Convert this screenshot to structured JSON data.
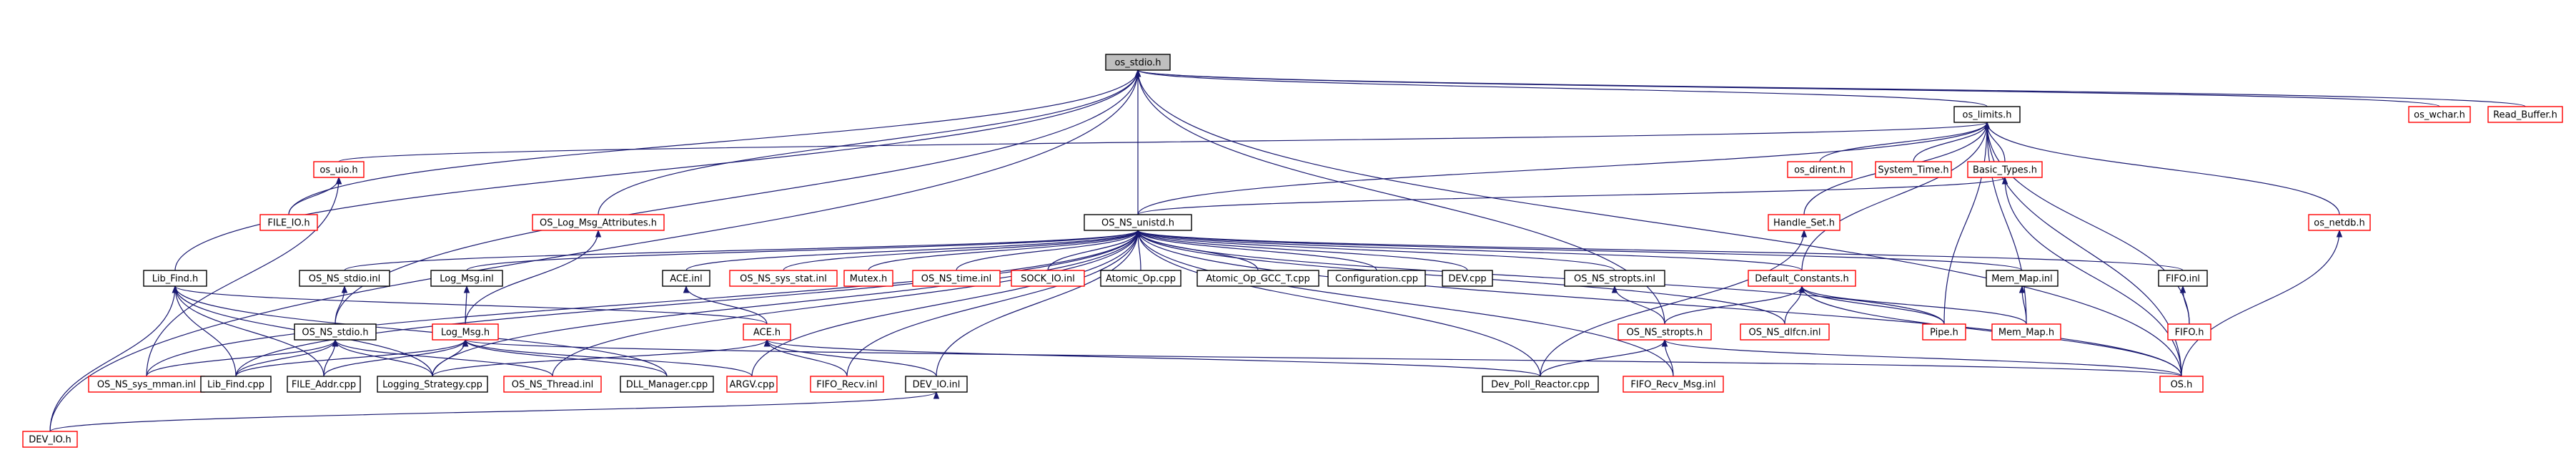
{
  "diagram": {
    "title": "",
    "colors": {
      "edge": "#191970",
      "root_fill": "#bfbfbf",
      "black_border": "#000000",
      "red_border": "#ff0000",
      "background": "#ffffff"
    },
    "nodes": [
      {
        "id": "os_stdio_h",
        "label": "os_stdio.h",
        "style": "root"
      },
      {
        "id": "os_wchar_h",
        "label": "os_wchar.h",
        "style": "red"
      },
      {
        "id": "read_buffer_h",
        "label": "Read_Buffer.h",
        "style": "red"
      },
      {
        "id": "os_limits_h",
        "label": "os_limits.h",
        "style": "black"
      },
      {
        "id": "os_uio_h",
        "label": "os_uio.h",
        "style": "red"
      },
      {
        "id": "os_dirent_h",
        "label": "os_dirent.h",
        "style": "red"
      },
      {
        "id": "system_time_h",
        "label": "System_Time.h",
        "style": "red"
      },
      {
        "id": "basic_types_h",
        "label": "Basic_Types.h",
        "style": "red"
      },
      {
        "id": "file_io_h",
        "label": "FILE_IO.h",
        "style": "red"
      },
      {
        "id": "os_log_msg_attributes_h",
        "label": "OS_Log_Msg_Attributes.h",
        "style": "red"
      },
      {
        "id": "os_ns_unistd_h",
        "label": "OS_NS_unistd.h",
        "style": "black"
      },
      {
        "id": "handle_set_h",
        "label": "Handle_Set.h",
        "style": "red"
      },
      {
        "id": "os_netdb_h",
        "label": "os_netdb.h",
        "style": "red"
      },
      {
        "id": "lib_find_h",
        "label": "Lib_Find.h",
        "style": "black"
      },
      {
        "id": "os_ns_stdio_inl",
        "label": "OS_NS_stdio.inl",
        "style": "black"
      },
      {
        "id": "log_msg_inl",
        "label": "Log_Msg.inl",
        "style": "black"
      },
      {
        "id": "ace_inl",
        "label": "ACE.inl",
        "style": "black"
      },
      {
        "id": "os_ns_sys_stat_inl",
        "label": "OS_NS_sys_stat.inl",
        "style": "red"
      },
      {
        "id": "mutex_h",
        "label": "Mutex.h",
        "style": "red"
      },
      {
        "id": "os_ns_time_inl",
        "label": "OS_NS_time.inl",
        "style": "red"
      },
      {
        "id": "sock_io_inl",
        "label": "SOCK_IO.inl",
        "style": "red"
      },
      {
        "id": "atomic_op_cpp",
        "label": "Atomic_Op.cpp",
        "style": "black"
      },
      {
        "id": "atomic_op_gcc_t_cpp",
        "label": "Atomic_Op_GCC_T.cpp",
        "style": "black"
      },
      {
        "id": "configuration_cpp",
        "label": "Configuration.cpp",
        "style": "black"
      },
      {
        "id": "dev_cpp",
        "label": "DEV.cpp",
        "style": "black"
      },
      {
        "id": "os_ns_stropts_inl",
        "label": "OS_NS_stropts.inl",
        "style": "black"
      },
      {
        "id": "default_constants_h",
        "label": "Default_Constants.h",
        "style": "red"
      },
      {
        "id": "mem_map_inl",
        "label": "Mem_Map.inl",
        "style": "black"
      },
      {
        "id": "fifo_inl",
        "label": "FIFO.inl",
        "style": "black"
      },
      {
        "id": "os_ns_stdio_h",
        "label": "OS_NS_stdio.h",
        "style": "black"
      },
      {
        "id": "log_msg_h",
        "label": "Log_Msg.h",
        "style": "red"
      },
      {
        "id": "ace_h",
        "label": "ACE.h",
        "style": "red"
      },
      {
        "id": "os_ns_stropts_h",
        "label": "OS_NS_stropts.h",
        "style": "red"
      },
      {
        "id": "os_ns_dlfcn_inl",
        "label": "OS_NS_dlfcn.inl",
        "style": "red"
      },
      {
        "id": "pipe_h",
        "label": "Pipe.h",
        "style": "red"
      },
      {
        "id": "mem_map_h",
        "label": "Mem_Map.h",
        "style": "red"
      },
      {
        "id": "fifo_h",
        "label": "FIFO.h",
        "style": "red"
      },
      {
        "id": "os_ns_sys_mman_inl",
        "label": "OS_NS_sys_mman.inl",
        "style": "red"
      },
      {
        "id": "lib_find_cpp",
        "label": "Lib_Find.cpp",
        "style": "black"
      },
      {
        "id": "file_addr_cpp",
        "label": "FILE_Addr.cpp",
        "style": "black"
      },
      {
        "id": "logging_strategy_cpp",
        "label": "Logging_Strategy.cpp",
        "style": "black"
      },
      {
        "id": "os_ns_thread_inl",
        "label": "OS_NS_Thread.inl",
        "style": "red"
      },
      {
        "id": "dll_manager_cpp",
        "label": "DLL_Manager.cpp",
        "style": "black"
      },
      {
        "id": "argv_cpp",
        "label": "ARGV.cpp",
        "style": "red"
      },
      {
        "id": "fifo_recv_inl",
        "label": "FIFO_Recv.inl",
        "style": "red"
      },
      {
        "id": "dev_io_inl",
        "label": "DEV_IO.inl",
        "style": "black"
      },
      {
        "id": "dev_poll_reactor_cpp",
        "label": "Dev_Poll_Reactor.cpp",
        "style": "black"
      },
      {
        "id": "fifo_recv_msg_inl",
        "label": "FIFO_Recv_Msg.inl",
        "style": "red"
      },
      {
        "id": "os_h",
        "label": "OS.h",
        "style": "red"
      },
      {
        "id": "dev_io_h",
        "label": "DEV_IO.h",
        "style": "red"
      }
    ],
    "edges": [
      [
        "os_wchar_h",
        "os_stdio_h"
      ],
      [
        "read_buffer_h",
        "os_stdio_h"
      ],
      [
        "os_limits_h",
        "os_stdio_h"
      ],
      [
        "os_uio_h",
        "os_limits_h"
      ],
      [
        "os_dirent_h",
        "os_limits_h"
      ],
      [
        "system_time_h",
        "os_limits_h"
      ],
      [
        "basic_types_h",
        "os_limits_h"
      ],
      [
        "handle_set_h",
        "os_limits_h"
      ],
      [
        "os_netdb_h",
        "os_limits_h"
      ],
      [
        "default_constants_h",
        "os_limits_h"
      ],
      [
        "mem_map_h",
        "os_limits_h"
      ],
      [
        "pipe_h",
        "os_limits_h"
      ],
      [
        "fifo_h",
        "os_limits_h"
      ],
      [
        "os_h",
        "os_limits_h"
      ],
      [
        "os_ns_unistd_h",
        "os_limits_h"
      ],
      [
        "file_io_h",
        "os_uio_h"
      ],
      [
        "file_io_h",
        "os_stdio_h"
      ],
      [
        "os_log_msg_attributes_h",
        "os_stdio_h"
      ],
      [
        "os_ns_unistd_h",
        "os_stdio_h"
      ],
      [
        "os_ns_unistd_h",
        "basic_types_h"
      ],
      [
        "dev_io_h",
        "os_stdio_h"
      ],
      [
        "lib_find_h",
        "os_stdio_h"
      ],
      [
        "os_ns_stropts_h",
        "os_stdio_h"
      ],
      [
        "os_ns_stdio_h",
        "os_stdio_h"
      ],
      [
        "os_h",
        "os_stdio_h"
      ],
      [
        "os_h",
        "basic_types_h"
      ],
      [
        "log_msg_h",
        "os_log_msg_attributes_h"
      ],
      [
        "os_ns_sys_mman_inl",
        "os_uio_h"
      ],
      [
        "os_ns_stdio_inl",
        "os_ns_unistd_h"
      ],
      [
        "log_msg_inl",
        "os_ns_unistd_h"
      ],
      [
        "ace_inl",
        "os_ns_unistd_h"
      ],
      [
        "os_ns_sys_stat_inl",
        "os_ns_unistd_h"
      ],
      [
        "mutex_h",
        "os_ns_unistd_h"
      ],
      [
        "os_ns_time_inl",
        "os_ns_unistd_h"
      ],
      [
        "sock_io_inl",
        "os_ns_unistd_h"
      ],
      [
        "atomic_op_cpp",
        "os_ns_unistd_h"
      ],
      [
        "atomic_op_gcc_t_cpp",
        "os_ns_unistd_h"
      ],
      [
        "configuration_cpp",
        "os_ns_unistd_h"
      ],
      [
        "dev_cpp",
        "os_ns_unistd_h"
      ],
      [
        "os_ns_stropts_inl",
        "os_ns_unistd_h"
      ],
      [
        "default_constants_h",
        "os_ns_unistd_h"
      ],
      [
        "mem_map_inl",
        "os_ns_unistd_h"
      ],
      [
        "fifo_inl",
        "os_ns_unistd_h"
      ],
      [
        "lib_find_cpp",
        "os_ns_unistd_h"
      ],
      [
        "logging_strategy_cpp",
        "os_ns_unistd_h"
      ],
      [
        "os_ns_thread_inl",
        "os_ns_unistd_h"
      ],
      [
        "argv_cpp",
        "os_ns_unistd_h"
      ],
      [
        "fifo_recv_inl",
        "os_ns_unistd_h"
      ],
      [
        "dev_io_inl",
        "os_ns_unistd_h"
      ],
      [
        "dev_poll_reactor_cpp",
        "os_ns_unistd_h"
      ],
      [
        "fifo_recv_msg_inl",
        "os_ns_unistd_h"
      ],
      [
        "os_ns_dlfcn_inl",
        "os_ns_unistd_h"
      ],
      [
        "os_h",
        "os_ns_unistd_h"
      ],
      [
        "pipe_h",
        "os_ns_unistd_h"
      ],
      [
        "os_ns_sys_mman_inl",
        "os_ns_unistd_h"
      ],
      [
        "dev_poll_reactor_cpp",
        "handle_set_h"
      ],
      [
        "os_h",
        "os_netdb_h"
      ],
      [
        "lib_find_cpp",
        "lib_find_h"
      ],
      [
        "file_addr_cpp",
        "lib_find_h"
      ],
      [
        "logging_strategy_cpp",
        "lib_find_h"
      ],
      [
        "dll_manager_cpp",
        "lib_find_h"
      ],
      [
        "ace_h",
        "lib_find_h"
      ],
      [
        "os_ns_stdio_h",
        "os_ns_stdio_inl"
      ],
      [
        "log_msg_h",
        "log_msg_inl"
      ],
      [
        "ace_h",
        "ace_inl"
      ],
      [
        "os_ns_stropts_h",
        "os_ns_stropts_inl"
      ],
      [
        "os_ns_stropts_h",
        "default_constants_h"
      ],
      [
        "pipe_h",
        "default_constants_h"
      ],
      [
        "mem_map_h",
        "default_constants_h"
      ],
      [
        "os_ns_dlfcn_inl",
        "default_constants_h"
      ],
      [
        "os_h",
        "default_constants_h"
      ],
      [
        "mem_map_h",
        "mem_map_inl"
      ],
      [
        "fifo_h",
        "fifo_inl"
      ],
      [
        "os_ns_sys_mman_inl",
        "os_ns_stdio_h"
      ],
      [
        "lib_find_cpp",
        "os_ns_stdio_h"
      ],
      [
        "file_addr_cpp",
        "os_ns_stdio_h"
      ],
      [
        "logging_strategy_cpp",
        "os_ns_stdio_h"
      ],
      [
        "os_ns_thread_inl",
        "os_ns_stdio_h"
      ],
      [
        "lib_find_cpp",
        "log_msg_h"
      ],
      [
        "file_addr_cpp",
        "log_msg_h"
      ],
      [
        "logging_strategy_cpp",
        "log_msg_h"
      ],
      [
        "dll_manager_cpp",
        "log_msg_h"
      ],
      [
        "argv_cpp",
        "log_msg_h"
      ],
      [
        "os_h",
        "log_msg_h"
      ],
      [
        "logging_strategy_cpp",
        "ace_h"
      ],
      [
        "fifo_recv_inl",
        "ace_h"
      ],
      [
        "dev_io_inl",
        "ace_h"
      ],
      [
        "dev_poll_reactor_cpp",
        "ace_h"
      ],
      [
        "dev_poll_reactor_cpp",
        "os_ns_stropts_h"
      ],
      [
        "fifo_recv_msg_inl",
        "os_ns_stropts_h"
      ],
      [
        "os_h",
        "os_ns_stropts_h"
      ],
      [
        "dev_io_h",
        "dev_io_inl"
      ],
      [
        "dev_io_h",
        "lib_find_h"
      ]
    ]
  }
}
